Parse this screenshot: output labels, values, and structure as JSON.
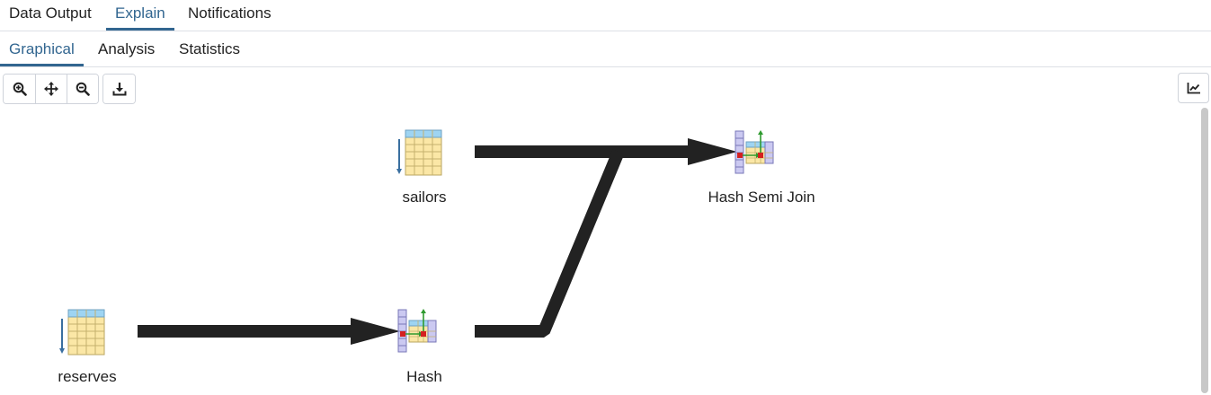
{
  "tabs": [
    {
      "label": "Data Output",
      "active": false
    },
    {
      "label": "Explain",
      "active": true
    },
    {
      "label": "Notifications",
      "active": false
    }
  ],
  "subtabs": [
    {
      "label": "Graphical",
      "active": true
    },
    {
      "label": "Analysis",
      "active": false
    },
    {
      "label": "Statistics",
      "active": false
    }
  ],
  "toolbar": {
    "zoom_in": "zoom-in-icon",
    "fit": "move-arrows-icon",
    "zoom_out": "zoom-out-icon",
    "download": "download-icon",
    "stats": "chart-line-icon"
  },
  "plan": {
    "nodes": [
      {
        "id": "sailors",
        "label": "sailors",
        "type": "seq-scan"
      },
      {
        "id": "hash-semi-join",
        "label": "Hash Semi Join",
        "type": "hash-join"
      },
      {
        "id": "reserves",
        "label": "reserves",
        "type": "seq-scan"
      },
      {
        "id": "hash",
        "label": "Hash",
        "type": "hash-join"
      }
    ]
  },
  "colors": {
    "accent": "#326690",
    "edge": "#222222",
    "table_header": "#9ed4f2",
    "table_cell": "#fbe7a6",
    "hash_column": "#cbc9f1",
    "hash_arrow": "#2f9a2f",
    "hash_marker": "#d42020"
  }
}
